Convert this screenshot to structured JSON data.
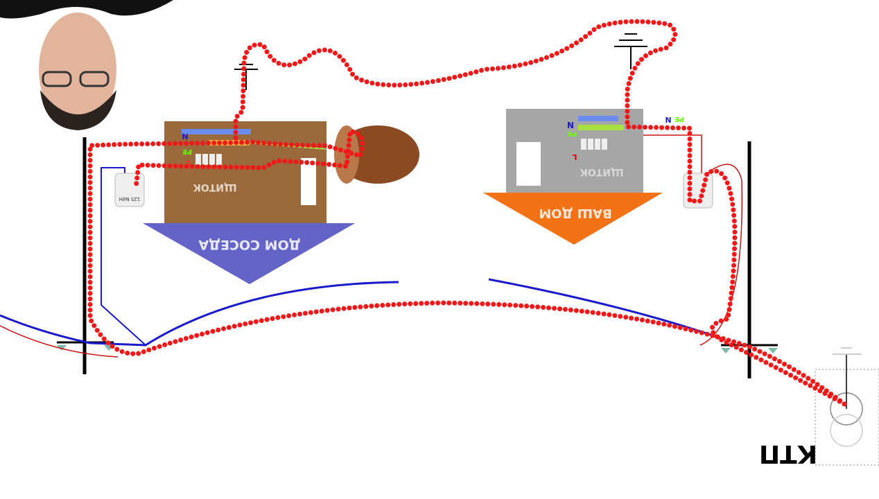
{
  "diagram": {
    "neighbor_house": {
      "label": "ДОМ СОСЕДА",
      "panel_label": "ЩИТОК",
      "color": "#6464c8",
      "panel_color": "#9a6a3c"
    },
    "your_house": {
      "label": "ВАШ ДОМ",
      "panel_label": "ЩИТОК",
      "color": "#f47216",
      "panel_color": "#a6a6a6"
    },
    "substation": {
      "label": "КТП"
    },
    "bus_labels": {
      "n": "N",
      "pe": "PE",
      "l": "L"
    },
    "meter_label": "125 NdH",
    "colors": {
      "fault_current": "#f01818",
      "neutral_wire": "#1a1acc",
      "phase_wire": "#cc1010",
      "pe_bus": "#a8e040",
      "n_bus": "#6a8cf0"
    }
  }
}
